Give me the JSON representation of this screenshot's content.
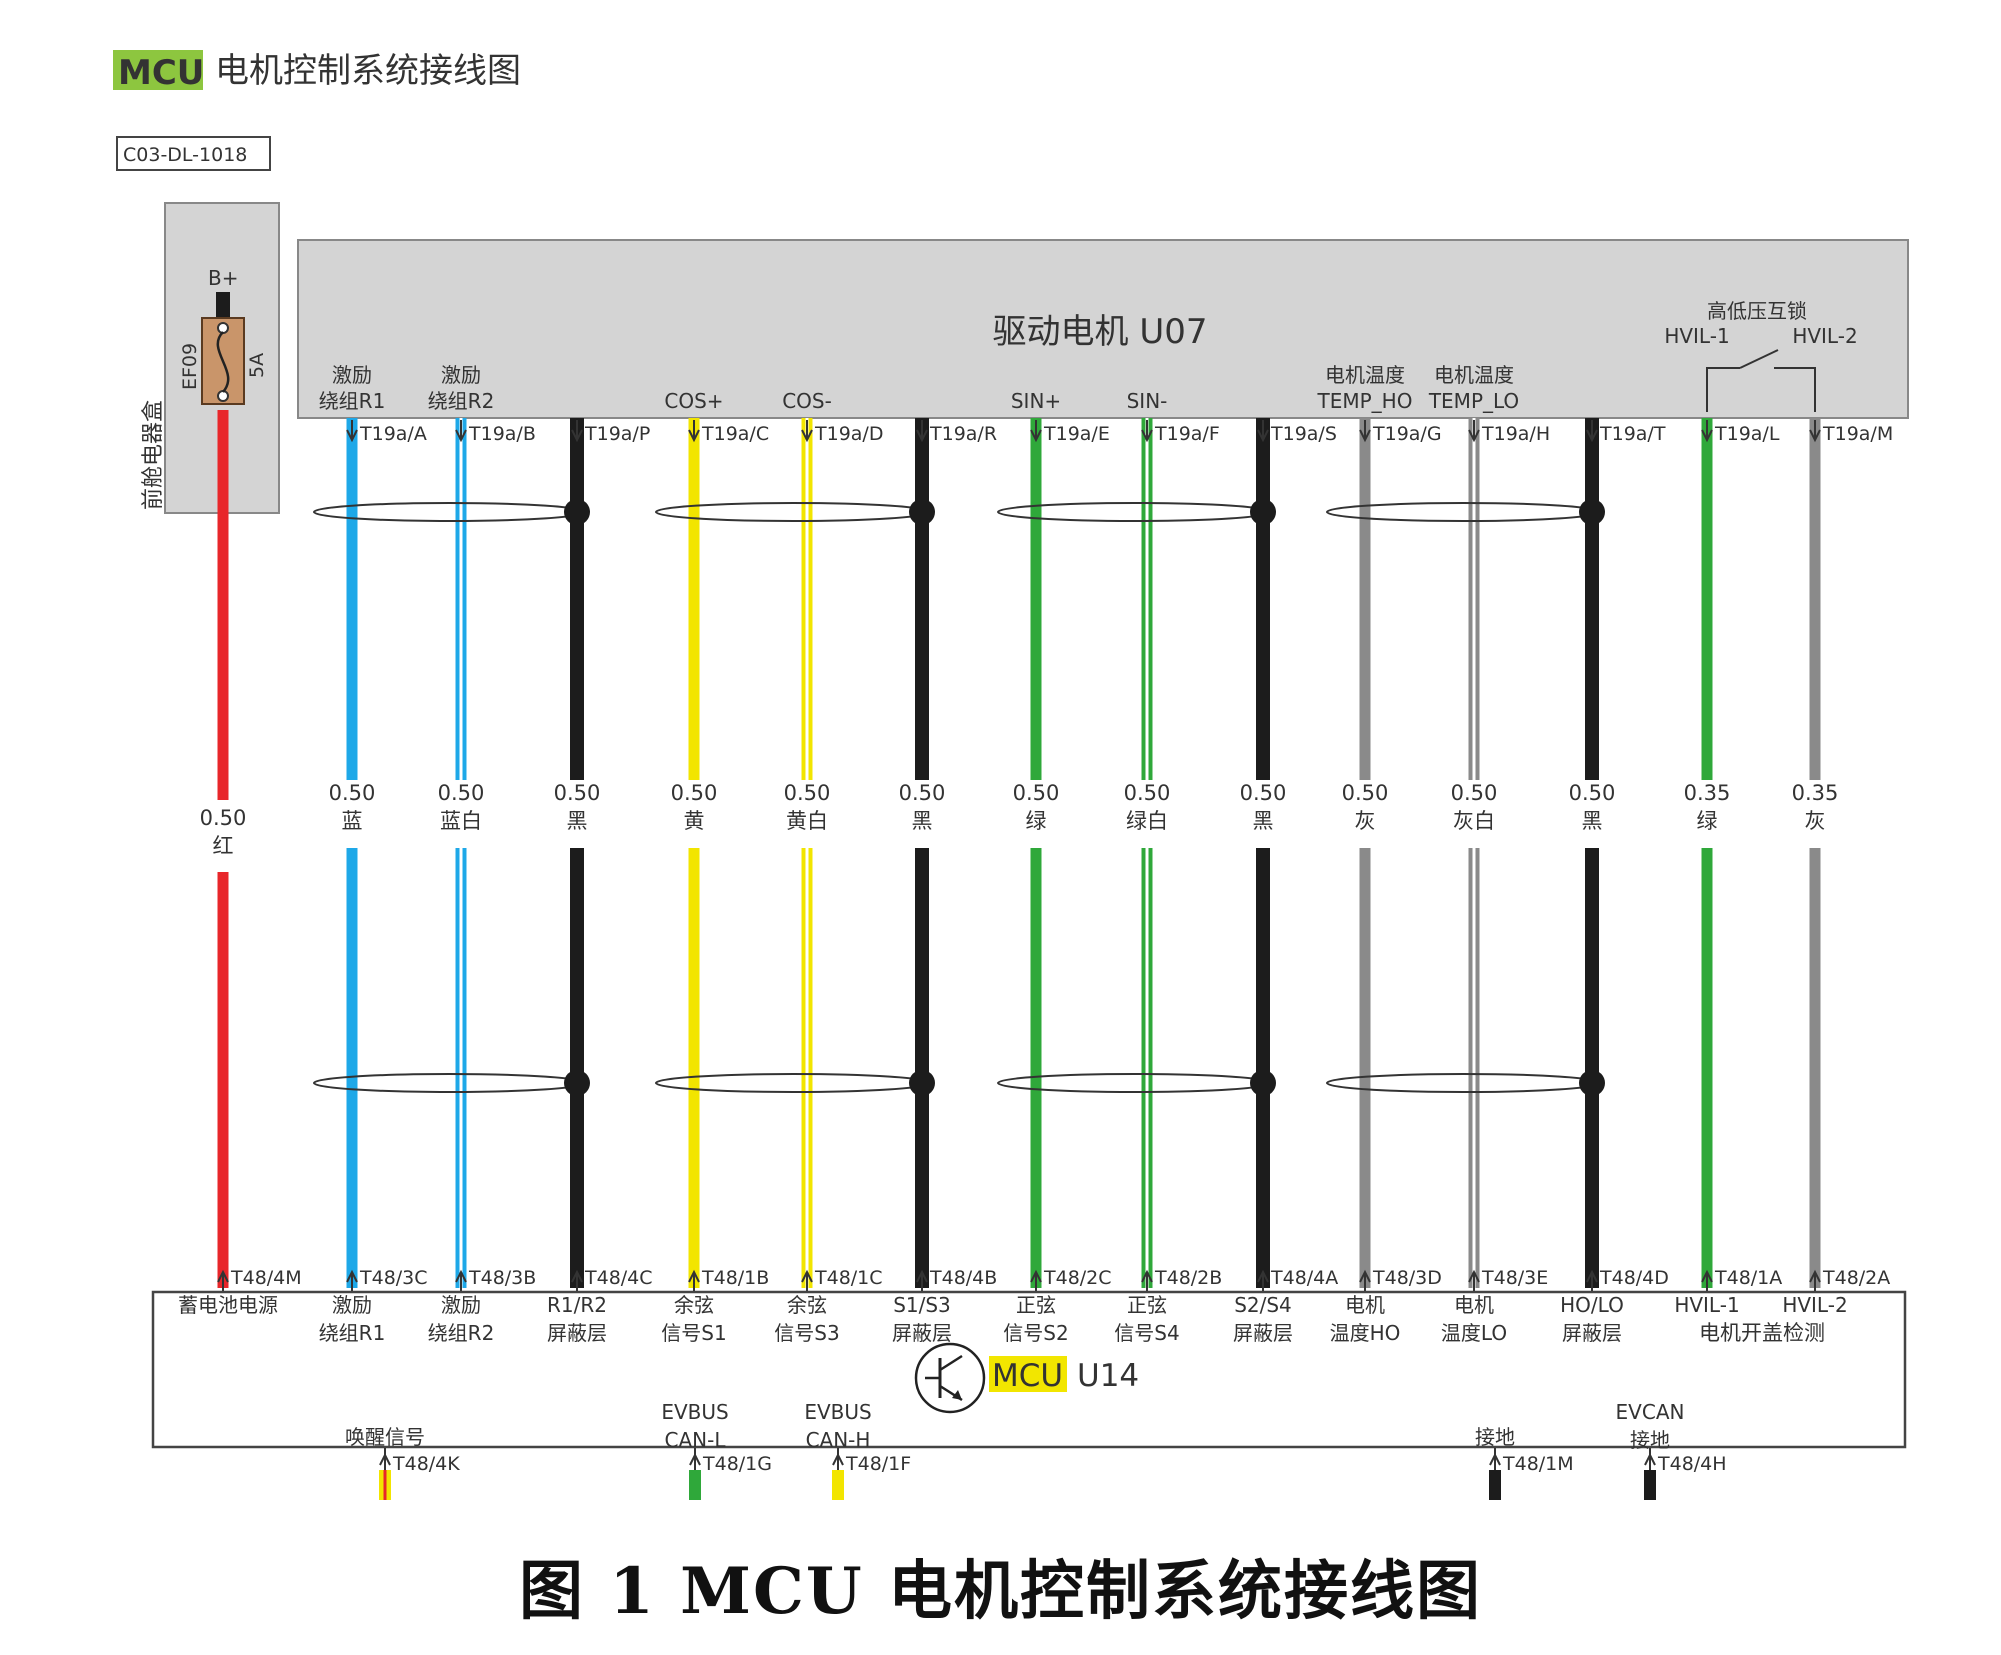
{
  "header": {
    "badge": "MCU",
    "title": "电机控制系统接线图",
    "ref_code": "C03-DL-1018"
  },
  "fuse": {
    "supply": "B+",
    "name": "EF09",
    "rating": "5A",
    "location": "前舱电器盒"
  },
  "motor": {
    "name": "驱动电机 U07",
    "interlock_title": "高低压互锁"
  },
  "mcu": {
    "badge": "MCU",
    "name": "U14"
  },
  "colors": {
    "red": "#e8262a",
    "blue": "#1ea8e8",
    "black": "#1c1c1c",
    "yellow": "#f2e500",
    "green": "#2fa83a",
    "gray": "#8a8a8a",
    "white_stripe": "#ffffff",
    "panel": "#d4d4d4",
    "badge": "#f2e600",
    "badge_green": "#8dc63f"
  },
  "wires": [
    {
      "top_label": "",
      "top_pin": "",
      "size": "0.50",
      "color_name": "红",
      "bottom_pin": "T48/4M",
      "mcu_label": "蓄电池电源",
      "color": "red",
      "style": "solid"
    },
    {
      "top_label": "激励\n绕组R1",
      "top_pin": "T19a/A",
      "size": "0.50",
      "color_name": "蓝",
      "bottom_pin": "T48/3C",
      "mcu_label": "激励\n绕组R1",
      "color": "blue",
      "style": "solid"
    },
    {
      "top_label": "激励\n绕组R2",
      "top_pin": "T19a/B",
      "size": "0.50",
      "color_name": "蓝白",
      "bottom_pin": "T48/3B",
      "mcu_label": "激励\n绕组R2",
      "color": "blue",
      "style": "stripe"
    },
    {
      "top_label": "",
      "top_pin": "T19a/P",
      "size": "0.50",
      "color_name": "黑",
      "bottom_pin": "T48/4C",
      "mcu_label": "R1/R2\n屏蔽层",
      "color": "black",
      "style": "solid"
    },
    {
      "top_label": "COS+",
      "top_pin": "T19a/C",
      "size": "0.50",
      "color_name": "黄",
      "bottom_pin": "T48/1B",
      "mcu_label": "余弦\n信号S1",
      "color": "yellow",
      "style": "solid"
    },
    {
      "top_label": "COS-",
      "top_pin": "T19a/D",
      "size": "0.50",
      "color_name": "黄白",
      "bottom_pin": "T48/1C",
      "mcu_label": "余弦\n信号S3",
      "color": "yellow",
      "style": "stripe"
    },
    {
      "top_label": "",
      "top_pin": "T19a/R",
      "size": "0.50",
      "color_name": "黑",
      "bottom_pin": "T48/4B",
      "mcu_label": "S1/S3\n屏蔽层",
      "color": "black",
      "style": "solid"
    },
    {
      "top_label": "SIN+",
      "top_pin": "T19a/E",
      "size": "0.50",
      "color_name": "绿",
      "bottom_pin": "T48/2C",
      "mcu_label": "正弦\n信号S2",
      "color": "green",
      "style": "solid"
    },
    {
      "top_label": "SIN-",
      "top_pin": "T19a/F",
      "size": "0.50",
      "color_name": "绿白",
      "bottom_pin": "T48/2B",
      "mcu_label": "正弦\n信号S4",
      "color": "green",
      "style": "stripe"
    },
    {
      "top_label": "",
      "top_pin": "T19a/S",
      "size": "0.50",
      "color_name": "黑",
      "bottom_pin": "T48/4A",
      "mcu_label": "S2/S4\n屏蔽层",
      "color": "black",
      "style": "solid"
    },
    {
      "top_label": "电机温度\nTEMP_HO",
      "top_pin": "T19a/G",
      "size": "0.50",
      "color_name": "灰",
      "bottom_pin": "T48/3D",
      "mcu_label": "电机\n温度HO",
      "color": "gray",
      "style": "solid"
    },
    {
      "top_label": "电机温度\nTEMP_LO",
      "top_pin": "T19a/H",
      "size": "0.50",
      "color_name": "灰白",
      "bottom_pin": "T48/3E",
      "mcu_label": "电机\n温度LO",
      "color": "gray",
      "style": "stripe"
    },
    {
      "top_label": "",
      "top_pin": "T19a/T",
      "size": "0.50",
      "color_name": "黑",
      "bottom_pin": "T48/4D",
      "mcu_label": "HO/LO\n屏蔽层",
      "color": "black",
      "style": "solid"
    },
    {
      "top_label": "HVIL-1",
      "top_pin": "T19a/L",
      "size": "0.35",
      "color_name": "绿",
      "bottom_pin": "T48/1A",
      "mcu_label": "HVIL-1",
      "color": "green",
      "style": "solid"
    },
    {
      "top_label": "HVIL-2",
      "top_pin": "T19a/M",
      "size": "0.35",
      "color_name": "灰",
      "bottom_pin": "T48/2A",
      "mcu_label": "HVIL-2",
      "color": "gray",
      "style": "solid"
    }
  ],
  "hvil_group_label": "电机开盖检测",
  "mcu_bottom": [
    {
      "label": "唤醒信号",
      "pin": "T48/4K",
      "color": "yellow",
      "stripe": "red"
    },
    {
      "label": "EVBUS\nCAN-L",
      "pin": "T48/1G",
      "color": "green",
      "stripe": ""
    },
    {
      "label": "EVBUS\nCAN-H",
      "pin": "T48/1F",
      "color": "yellow",
      "stripe": ""
    },
    {
      "label": "接地",
      "pin": "T48/1M",
      "color": "black",
      "stripe": ""
    },
    {
      "label": "EVCAN\n接地",
      "pin": "T48/4H",
      "color": "black",
      "stripe": ""
    }
  ],
  "caption": "图 1  MCU 电机控制系统接线图"
}
